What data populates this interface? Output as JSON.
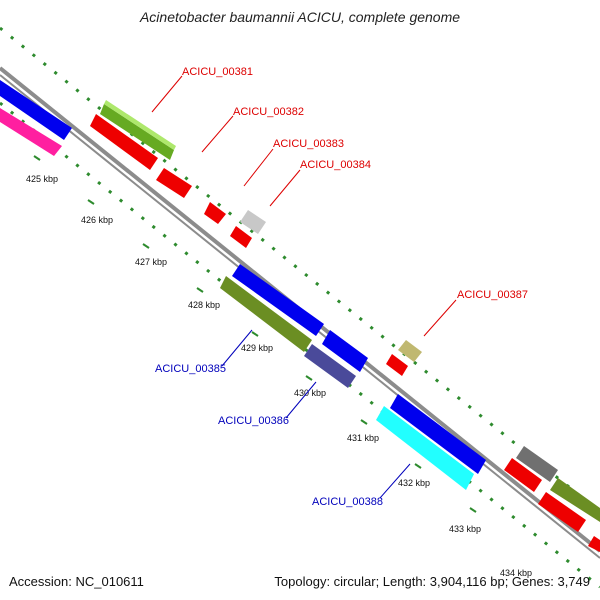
{
  "title": "Acinetobacter baumannii ACICU, complete genome",
  "footer": {
    "accession": "Accession: NC_010611",
    "summary": "Topology: circular; Length: 3,904,116 bp; Genes: 3,749"
  },
  "colors": {
    "backbone": "#8c8c8c",
    "tick": "#2e8b2e",
    "forward_label": "#dd0000",
    "reverse_label": "#0000bb"
  },
  "ticks": [
    "425 kbp",
    "426 kbp",
    "427 kbp",
    "428 kbp",
    "429 kbp",
    "430 kbp",
    "431 kbp",
    "432 kbp",
    "433 kbp",
    "434 kbp"
  ],
  "forward_labels": [
    "ACICU_00381",
    "ACICU_00382",
    "ACICU_00383",
    "ACICU_00384",
    "ACICU_00387"
  ],
  "reverse_labels": [
    "ACICU_00385",
    "ACICU_00386",
    "ACICU_00388"
  ]
}
